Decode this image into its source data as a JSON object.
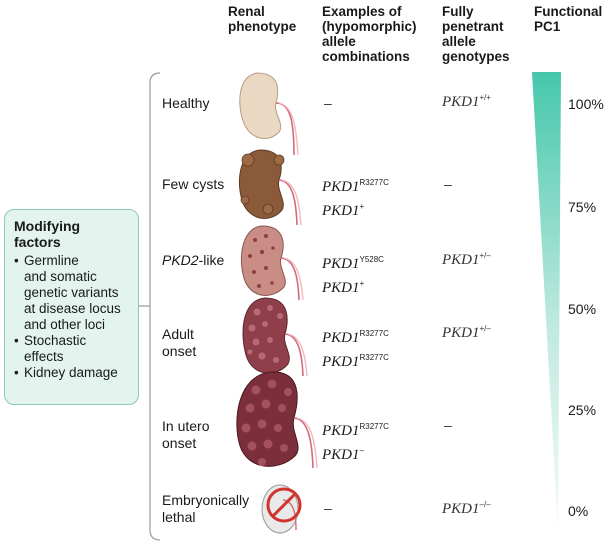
{
  "headers": {
    "renal_phenotype": [
      "Renal",
      "phenotype"
    ],
    "examples": [
      "Examples of",
      "(hypomorphic)",
      "allele",
      "combinations"
    ],
    "fully_penetrant": [
      "Fully",
      "penetrant",
      "allele",
      "genotypes"
    ],
    "functional": [
      "Functional",
      "PC1"
    ]
  },
  "modifying_factors": {
    "title": [
      "Modifying",
      "factors"
    ],
    "items": [
      [
        "Germline",
        "and somatic",
        "genetic variants",
        "at disease locus",
        "and other loci"
      ],
      [
        "Stochastic",
        "effects"
      ],
      [
        "Kidney damage"
      ]
    ]
  },
  "rows": [
    {
      "label": [
        "Healthy"
      ],
      "alleles": [],
      "allele_dash": "–",
      "genotype": {
        "base": "PKD1",
        "sup": "+/+"
      }
    },
    {
      "label": [
        "Few cysts"
      ],
      "alleles": [
        {
          "base": "PKD1",
          "sup": "R3277C"
        },
        {
          "base": "PKD1",
          "sup": "+"
        }
      ],
      "genotype_dash": "–"
    },
    {
      "label_italic": "PKD2",
      "label_suffix": "-like",
      "alleles": [
        {
          "base": "PKD1",
          "sup": "Y528C"
        },
        {
          "base": "PKD1",
          "sup": "+"
        }
      ],
      "genotype": {
        "base": "PKD1",
        "sup": "+/–"
      }
    },
    {
      "label": [
        "Adult",
        "onset"
      ],
      "alleles": [
        {
          "base": "PKD1",
          "sup": "R3277C"
        },
        {
          "base": "PKD1",
          "sup": "R3277C"
        }
      ],
      "genotype": {
        "base": "PKD1",
        "sup": "+/–"
      }
    },
    {
      "label": [
        "In utero",
        "onset"
      ],
      "alleles": [
        {
          "base": "PKD1",
          "sup": "R3277C"
        },
        {
          "base": "PKD1",
          "sup": "–"
        }
      ],
      "genotype_dash": "–"
    },
    {
      "label": [
        "Embryonically",
        "lethal"
      ],
      "alleles": [],
      "allele_dash": "–",
      "genotype": {
        "base": "PKD1",
        "sup": "–/–"
      }
    }
  ],
  "functional_pc1": {
    "ticks": [
      "100%",
      "75%",
      "50%",
      "25%",
      "0%"
    ],
    "values": [
      100,
      75,
      50,
      25,
      0
    ]
  },
  "colors": {
    "box_fill": "#e3f3ee",
    "box_border": "#8cc9b9",
    "wedge": "#3fc4a9",
    "kidney_healthy": "#e8d6bf",
    "kidney_cyst": "#7a3a3a",
    "lethal_sign": "#d0342c"
  }
}
